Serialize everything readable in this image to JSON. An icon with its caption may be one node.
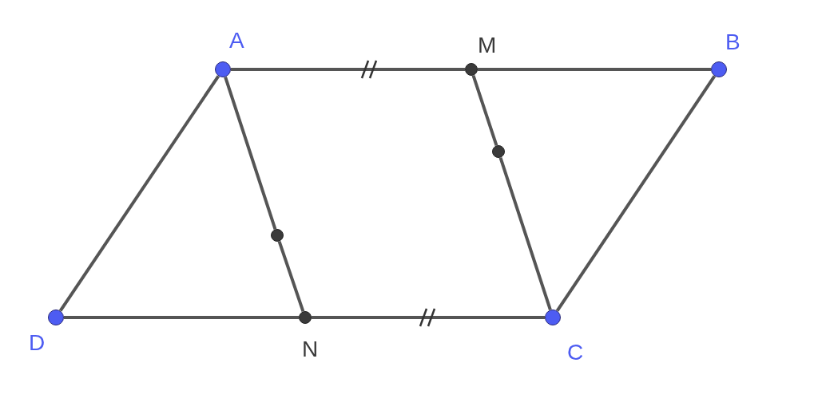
{
  "diagram": {
    "nodes": [
      {
        "text": [
          "A"
        ]
      },
      {
        "text": [
          "M"
        ]
      },
      {
        "text": [
          "B"
        ]
      },
      {
        "text": [
          "D"
        ]
      },
      {
        "text": [
          "N"
        ]
      },
      {
        "text": [
          "C"
        ]
      },
      {
        "text": [],
        "shape": "circle"
      },
      {
        "text": [],
        "shape": "circle"
      }
    ],
    "edges": [
      {
        "from": 0,
        "to": 1,
        "arrow": "none"
      },
      {
        "from": 1,
        "to": 2,
        "arrow": "none"
      },
      {
        "from": 2,
        "to": 5,
        "arrow": "none"
      },
      {
        "from": 5,
        "to": 4,
        "arrow": "none"
      },
      {
        "from": 4,
        "to": 3,
        "arrow": "none"
      },
      {
        "from": 3,
        "to": 0,
        "arrow": "none"
      },
      {
        "from": 0,
        "to": 6,
        "arrow": "none"
      },
      {
        "from": 6,
        "to": 4,
        "arrow": "none"
      },
      {
        "from": 1,
        "to": 7,
        "arrow": "none"
      },
      {
        "from": 7,
        "to": 5,
        "arrow": "none"
      }
    ]
  }
}
